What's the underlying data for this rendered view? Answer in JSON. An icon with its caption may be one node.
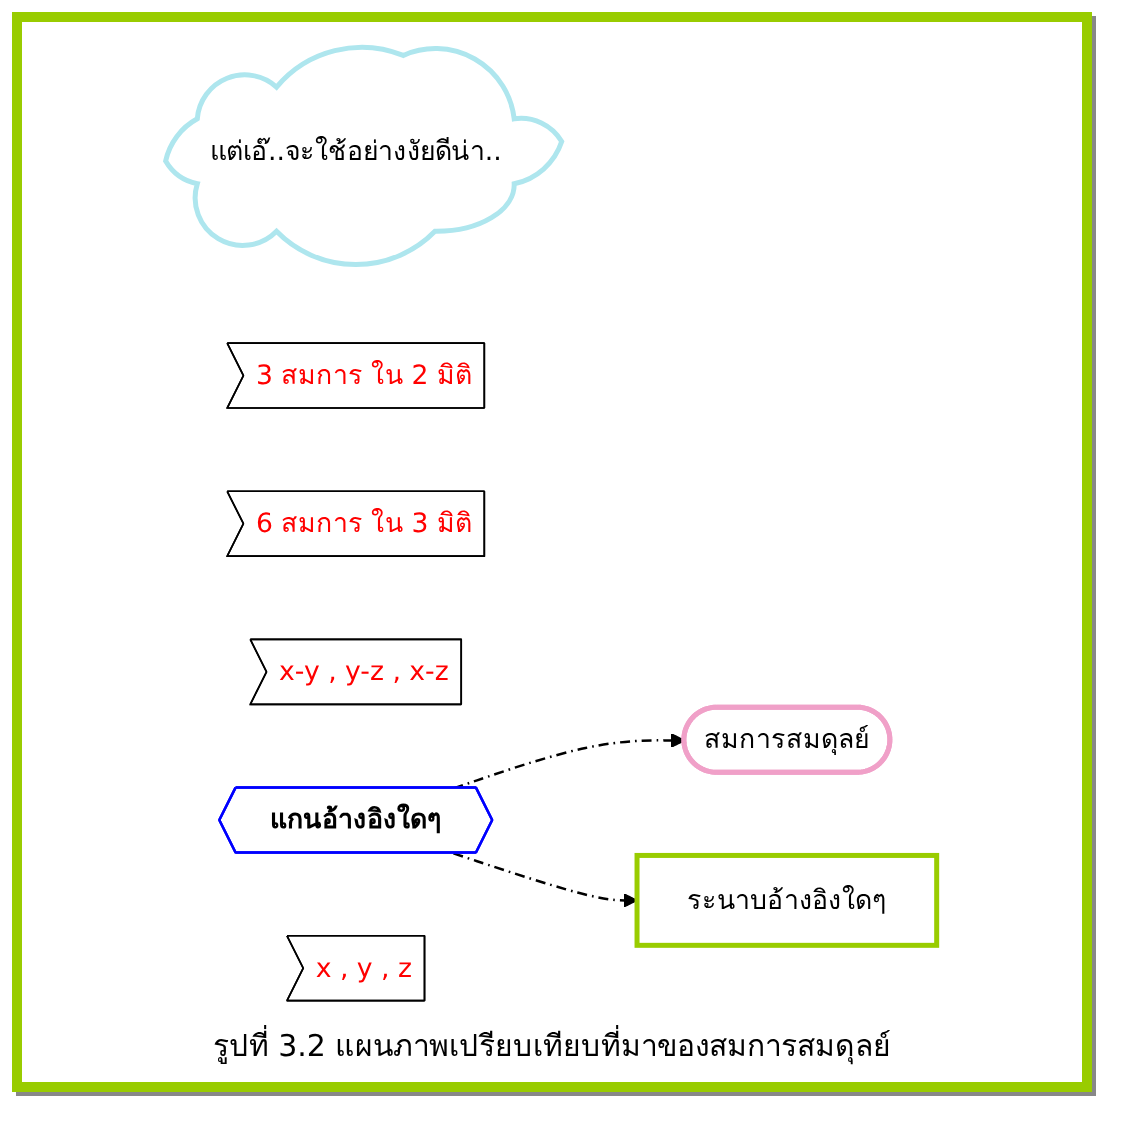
{
  "diagram": {
    "caption": "รูปที่ 3.2 แผนภาพเปรียบเทียบที่มาของสมการสมดุลย์",
    "nodes": [
      {
        "text": [
          "แต่เอ๊..จะใช้อย่างงัยดีน่า.."
        ]
      },
      {
        "text": [
          "สมการสมดุลย์"
        ]
      },
      {
        "text": [
          "3 สมการ ใน 2 มิติ"
        ]
      },
      {
        "text": [
          "6 สมการ ใน 3 มิติ"
        ]
      },
      {
        "text": [
          "ระนาบอ้างอิงใดๆ"
        ]
      },
      {
        "text": [
          "x-y , y-z , x-z"
        ]
      },
      {
        "text": [
          "แกนอ้างอิงใดๆ"
        ]
      },
      {
        "text": [
          "x , y , z"
        ]
      }
    ],
    "edges": [
      {
        "from": 6,
        "to": 1,
        "arrow": "to",
        "style": "dashed"
      },
      {
        "from": 6,
        "to": 4,
        "arrow": "to",
        "style": "dashed"
      }
    ]
  }
}
